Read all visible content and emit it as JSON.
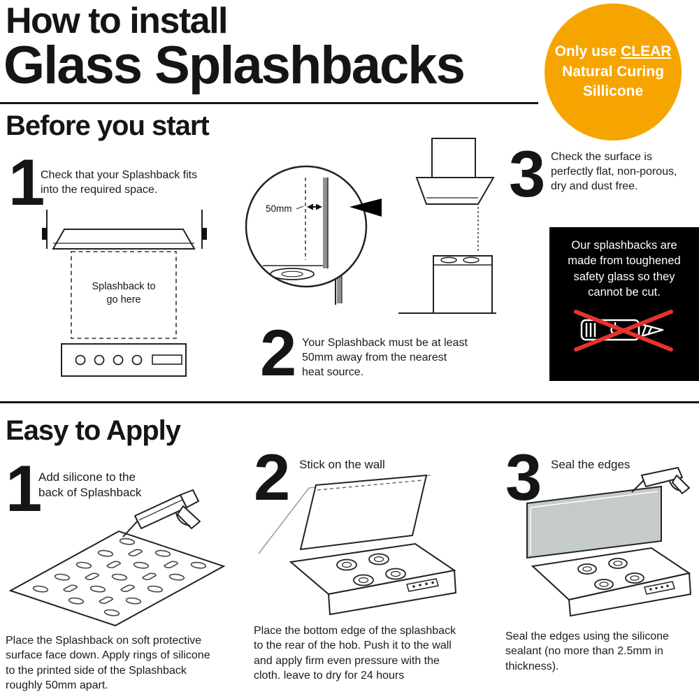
{
  "header": {
    "title_line1": "How to install",
    "title_line2": "Glass Splashbacks"
  },
  "badge": {
    "line1_prefix": "Only use ",
    "line1_underlined": "CLEAR",
    "line2": "Natural Curing",
    "line3": "Sillicone",
    "bg_color": "#F6A500",
    "text_color": "#FFFFFF"
  },
  "before_section": {
    "heading": "Before you start",
    "step1": {
      "number": "1",
      "text": "Check that your Splashback fits into the required space.",
      "diagram_label_line1": "Splashback to",
      "diagram_label_line2": "go here"
    },
    "step2": {
      "number": "2",
      "text": "Your Splashback must be at least 50mm away from the nearest heat source.",
      "measurement_label": "50mm"
    },
    "step3": {
      "number": "3",
      "text": "Check the surface is perfectly flat, non-porous, dry and dust free."
    },
    "warning_box": {
      "text": "Our splashbacks are made from toughened safety glass so they cannot be cut.",
      "bg_color": "#000000",
      "cross_color": "#E4342B"
    }
  },
  "apply_section": {
    "heading": "Easy to Apply",
    "steps": [
      {
        "number": "1",
        "label": "Add silicone to the back of Splashback",
        "caption": "Place the Splashback on soft protective surface face down. Apply rings of silicone to the printed side of the Splashback roughly 50mm apart."
      },
      {
        "number": "2",
        "label": "Stick on the wall",
        "caption": "Place the bottom edge of the splashback to the rear of the hob. Push it to the wall and apply firm even pressure with the cloth. leave to dry for 24 hours"
      },
      {
        "number": "3",
        "label": "Seal the edges",
        "caption": "Seal the edges using the silicone sealant (no more than 2.5mm in thickness)."
      }
    ]
  }
}
